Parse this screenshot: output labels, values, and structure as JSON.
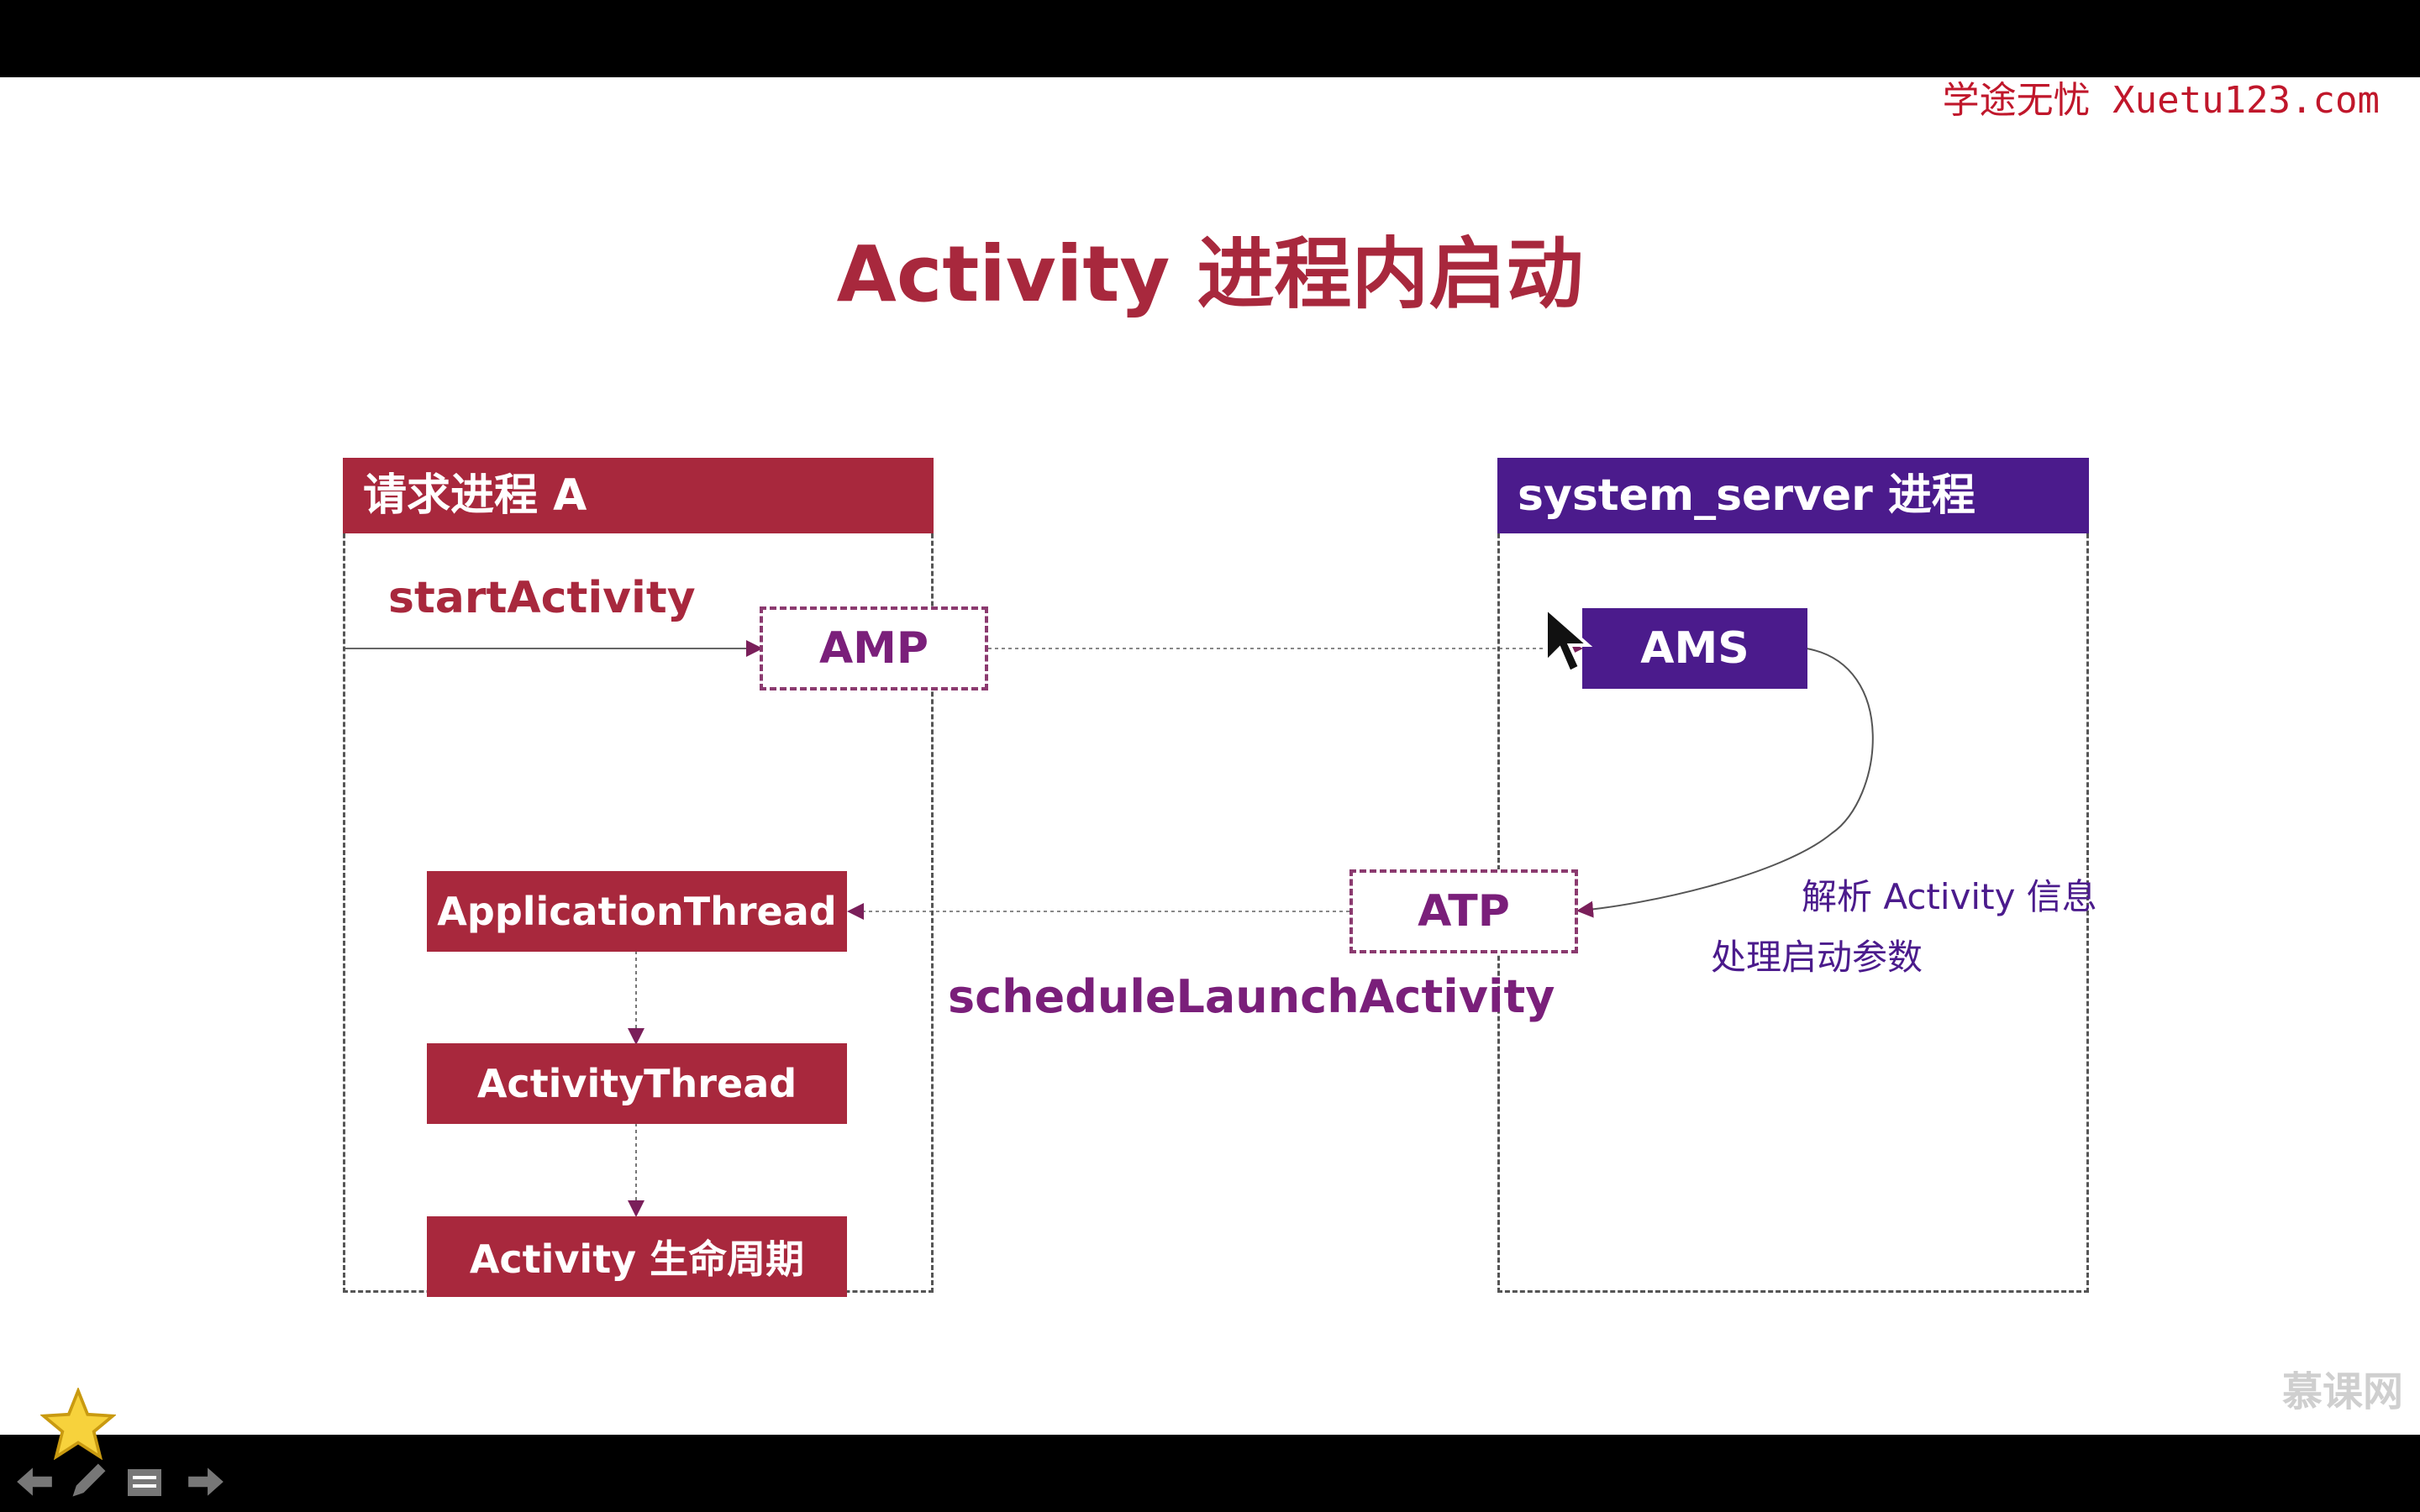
{
  "watermark": "学途无忧 Xuetu123.com",
  "title": "Activity 进程内启动",
  "process_a": {
    "header": "请求进程 A",
    "start_label": "startActivity",
    "amp": "AMP",
    "application_thread": "ApplicationThread",
    "activity_thread": "ActivityThread",
    "lifecycle": "Activity 生命周期"
  },
  "system_server": {
    "header": "system_server 进程",
    "ams": "AMS",
    "atp": "ATP",
    "note_parse": "解析 Activity 信息",
    "note_params": "处理启动参数"
  },
  "schedule_label": "scheduleLaunchActivity",
  "brand": "慕课网",
  "colors": {
    "red": "#a8283d",
    "purple": "#4b1b8c",
    "title": "#a8283d"
  }
}
